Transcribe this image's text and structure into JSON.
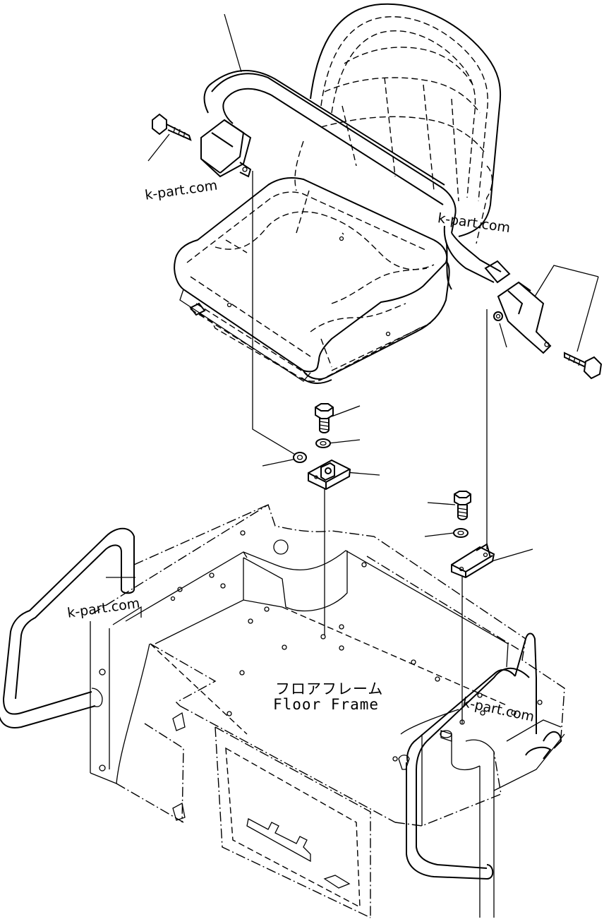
{
  "diagram": {
    "floor_label_jp": "フロアフレーム",
    "floor_label_en": "Floor Frame",
    "watermarks": [
      "k-part.com",
      "k-part.com",
      "k-part.com",
      "k-part.com"
    ],
    "colors": {
      "line": "#000000",
      "background": "#ffffff"
    }
  }
}
